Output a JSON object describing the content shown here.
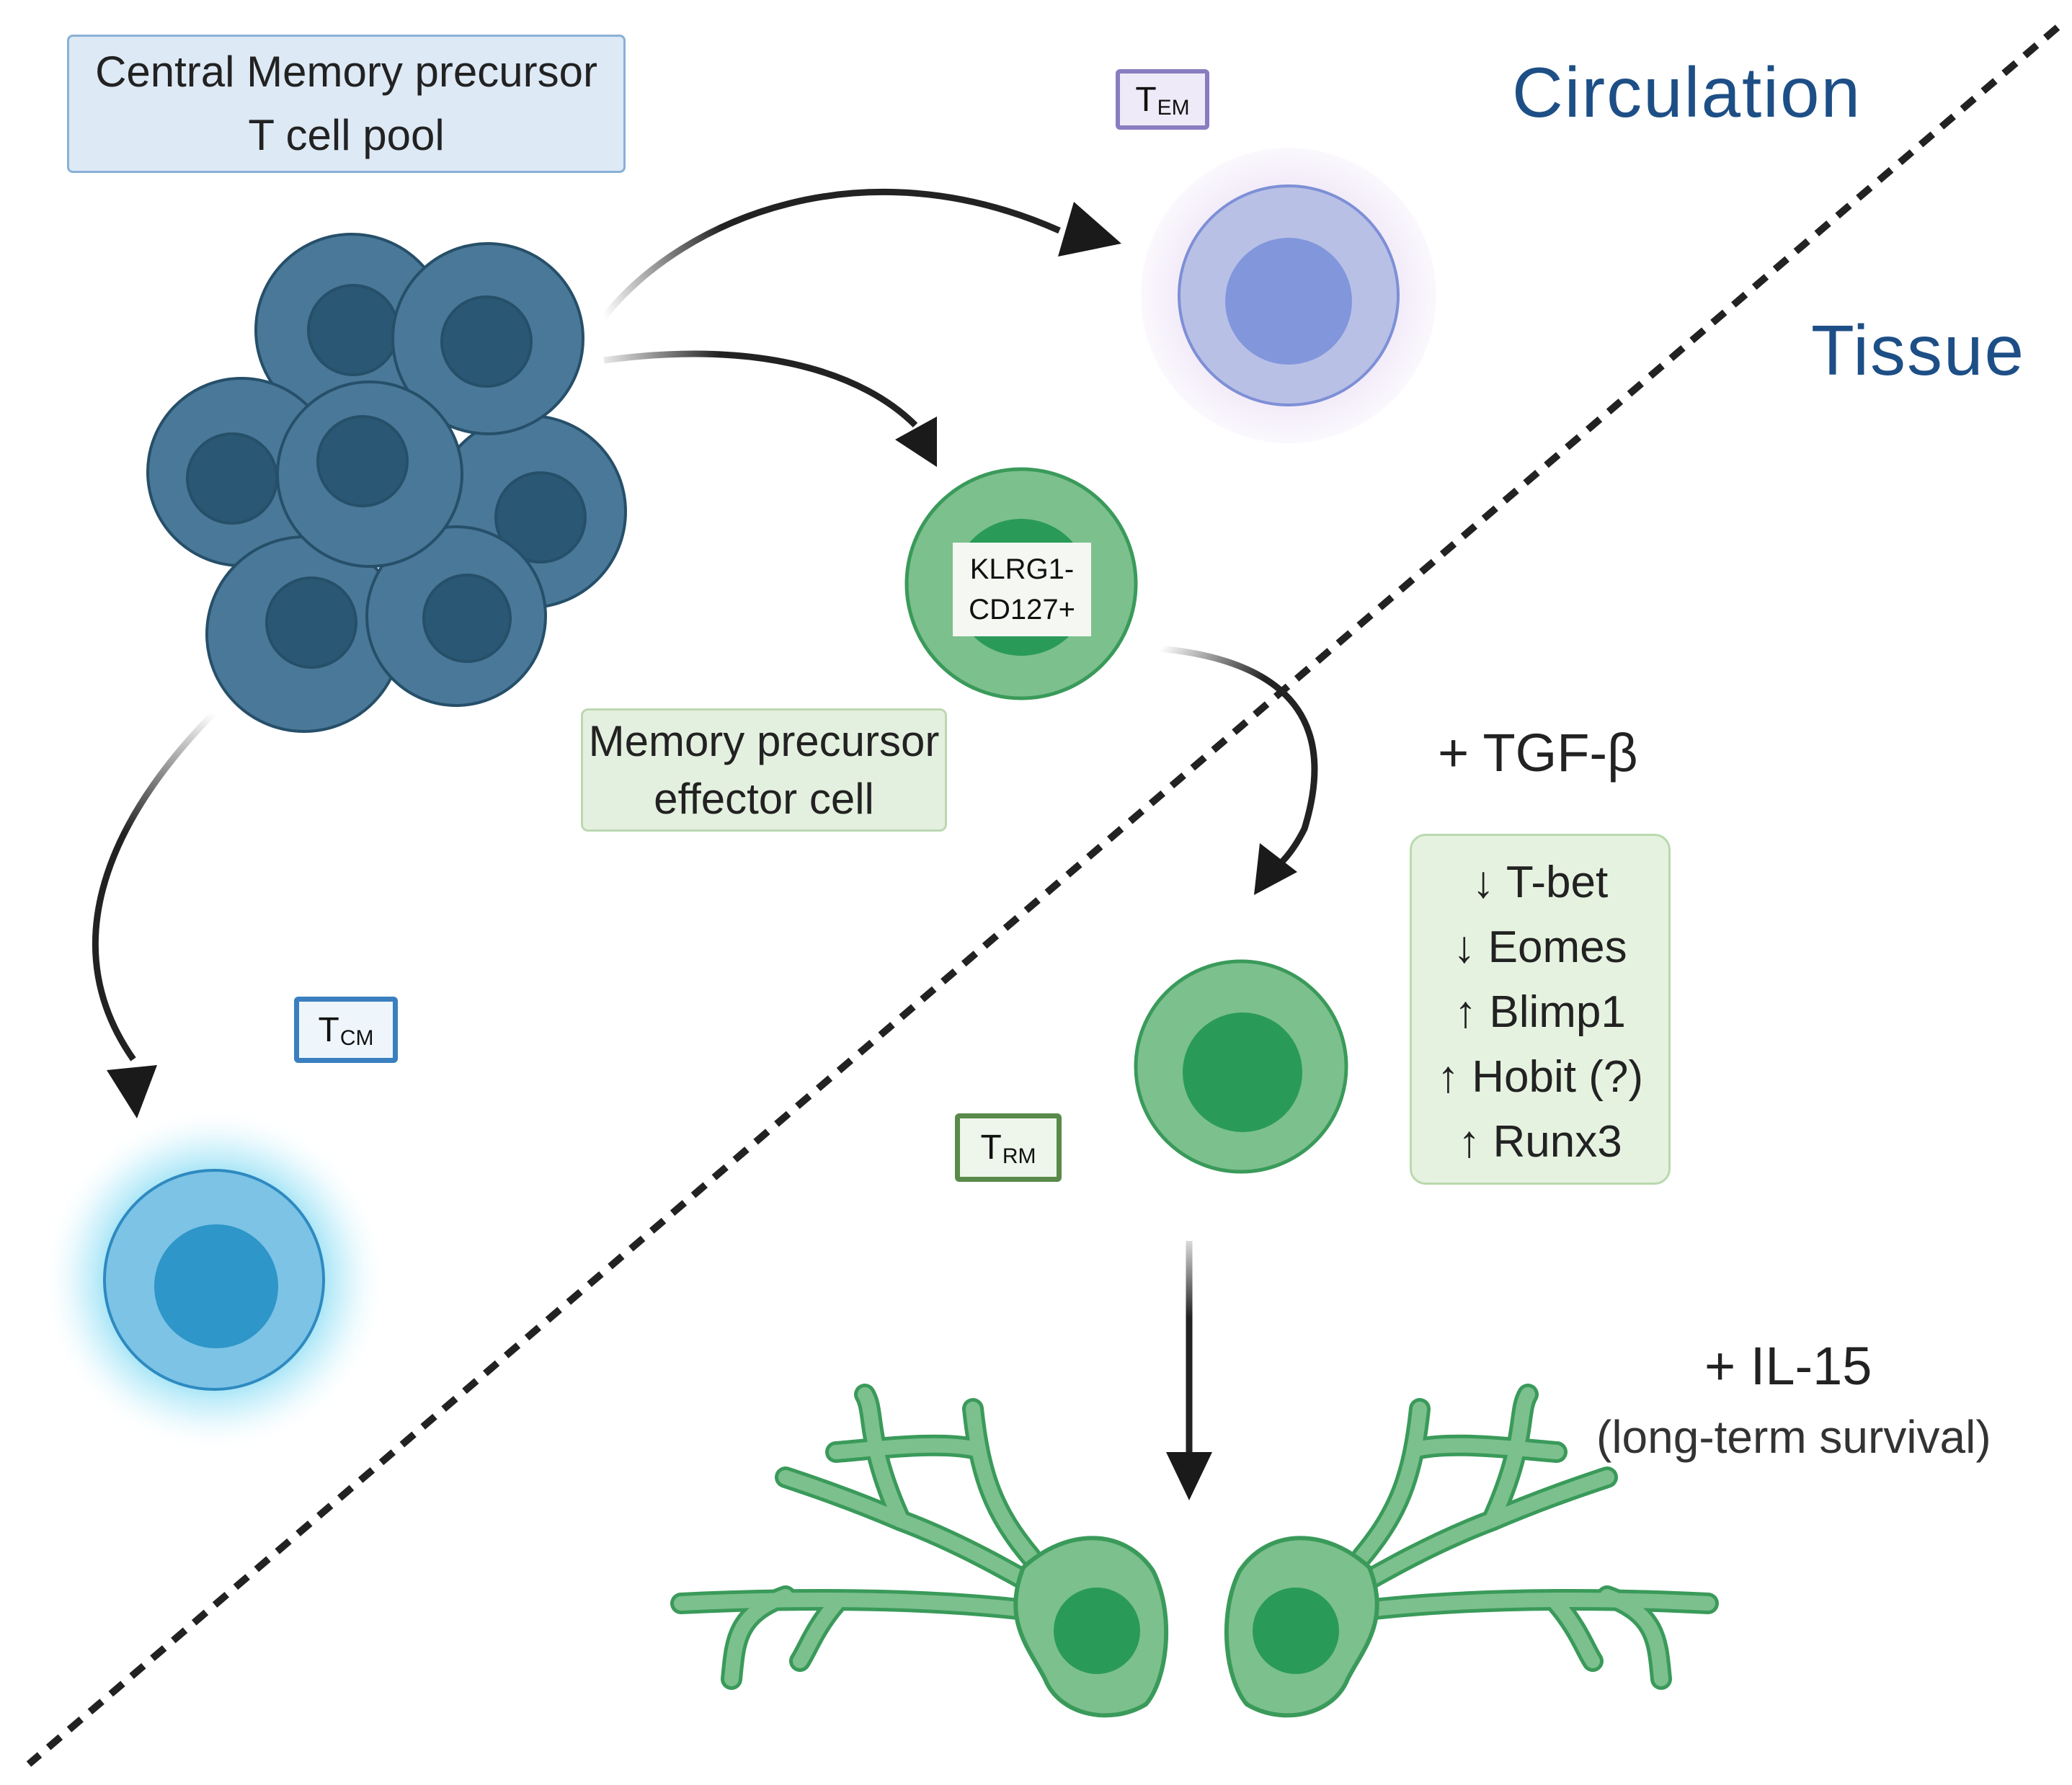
{
  "labels": {
    "central_memory_line1": "Central Memory precursor",
    "central_memory_line2": "T cell pool",
    "memory_precursor_line1": "Memory precursor",
    "memory_precursor_line2": "effector  cell",
    "circulation": "Circulation",
    "tissue": "Tissue",
    "tgf_beta": "+ TGF-β",
    "il15": "+ IL-15",
    "il15_note": "(long-term survival)",
    "klrg1": "KLRG1-",
    "cd127": "CD127+"
  },
  "markers": {
    "tem": {
      "main": "T",
      "sub": "EM"
    },
    "tcm": {
      "main": "T",
      "sub": "CM"
    },
    "trm": {
      "main": "T",
      "sub": "RM"
    }
  },
  "transcription_factors": [
    "↓ T-bet",
    "↓ Eomes",
    "↑ Blimp1",
    "↑ Hobit (?)",
    "↑ Runx3"
  ],
  "colors": {
    "precursor_cell": "#4a7898",
    "precursor_nucleus": "#2a5874",
    "tem_cell": "#b9c0e6",
    "tem_nucleus": "#8296dc",
    "tcm_cell": "#7cc3e6",
    "tcm_nucleus": "#2e96c8",
    "green_cell": "#7cc08e",
    "green_nucleus": "#2a9a58",
    "region_text": "#1d4f86",
    "divider": "#222222"
  }
}
